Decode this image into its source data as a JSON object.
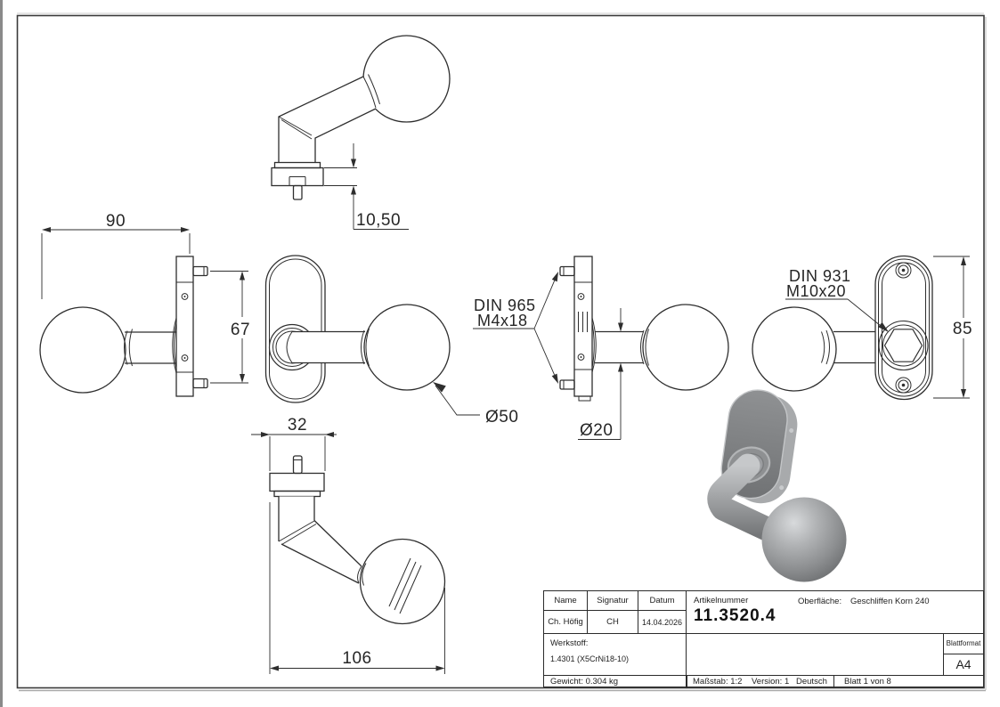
{
  "dims": {
    "plate_offset": "10,50",
    "side_width": "90",
    "pin_spacing": "67",
    "plate_width": "32",
    "knob_diameter": "Ø50",
    "neck_diameter": "Ø20",
    "back_plate_height": "85",
    "total_length": "106"
  },
  "specs": {
    "countersunk_screw": {
      "line1": "DIN 965",
      "line2": "M4x18"
    },
    "hex_bolt": {
      "line1": "DIN 931",
      "line2": "M10x20"
    }
  },
  "title_block": {
    "name_label": "Name",
    "signature_label": "Signatur",
    "date_label": "Datum",
    "name_value": "Ch. Höfig",
    "signature_value": "CH",
    "date_value": "14.04.2026",
    "article_label": "Artikelnummer",
    "article_number": "11.3520.4",
    "surface_label": "Oberfläche:",
    "surface_value": "Geschliffen Korn 240",
    "material_label": "Werkstoff:",
    "material_value": "1.4301 (X5CrNi18-10)",
    "sheet_format_label": "Blattformat",
    "sheet_format_value": "A4",
    "weight": "Gewicht: 0.304 kg",
    "scale": "Maßstab: 1:2",
    "version": "Version: 1",
    "language": "Deutsch",
    "sheet": "Blatt 1 von 8"
  },
  "colors": {
    "line": "#2e2e2e",
    "frame": "#3a3a3a",
    "metal_light": "#d8dadc",
    "metal_mid": "#9a9c9e",
    "metal_dark": "#6e7072",
    "background": "#ffffff"
  }
}
